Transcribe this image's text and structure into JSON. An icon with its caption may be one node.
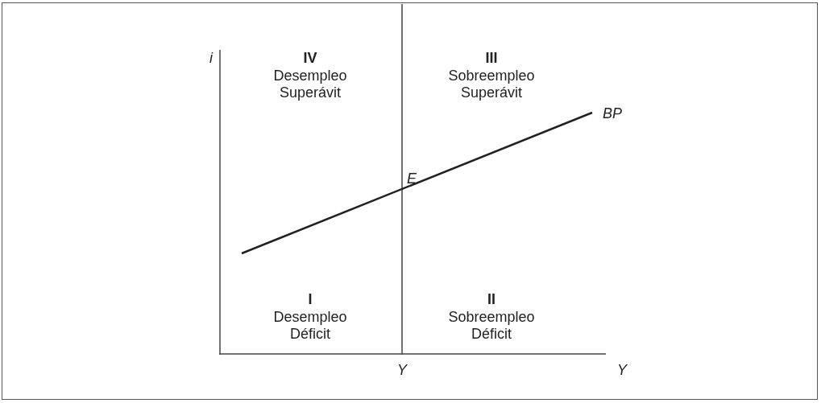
{
  "diagram": {
    "labels": [
      "i",
      "IV",
      "Desempleo Superávit",
      "III",
      "Sobreempleo Superávit",
      "BP",
      "E",
      "I",
      "Desempleo Déficit",
      "II",
      "Sobreempleo Déficit",
      "Y",
      "Y"
    ]
  }
}
